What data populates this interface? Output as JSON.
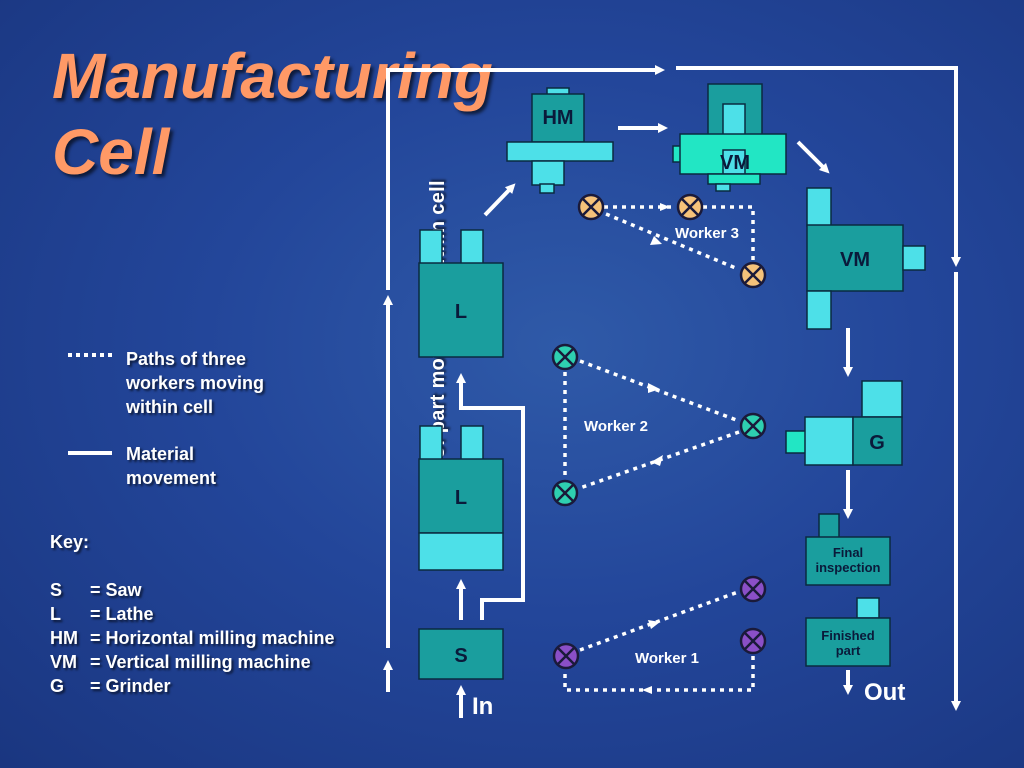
{
  "slide": {
    "title_line1": "Manufacturing",
    "title_line2": "Cell"
  },
  "legend": {
    "dotted_label_lines": [
      "Paths of three",
      "workers moving",
      "within cell"
    ],
    "solid_label_lines": [
      "Material",
      "movement"
    ]
  },
  "key": {
    "heading": "Key:",
    "entries": [
      {
        "abbr": "S",
        "meaning": "= Saw"
      },
      {
        "abbr": "L",
        "meaning": "= Lathe"
      },
      {
        "abbr": "HM",
        "meaning": "= Horizontal milling machine"
      },
      {
        "abbr": "VM",
        "meaning": "= Vertical milling machine"
      },
      {
        "abbr": "G",
        "meaning": "= Grinder"
      }
    ]
  },
  "direction_label": "Direction of part movement within cell",
  "machines": {
    "saw": "S",
    "lathe_upper": "L",
    "lathe_lower": "L",
    "hm": "HM",
    "vm_top": "VM",
    "vm_right": "VM",
    "grinder": "G",
    "final_inspection_lines": [
      "Final",
      "inspection"
    ],
    "finished_part_lines": [
      "Finished",
      "part"
    ]
  },
  "workers": {
    "worker1": "Worker 1",
    "worker2": "Worker 2",
    "worker3": "Worker 3"
  },
  "io": {
    "in": "In",
    "out": "Out"
  },
  "colors": {
    "machine_dark": "#1a9e9e",
    "machine_light": "#4de0e8",
    "vm_bright": "#22e6c4",
    "worker1": "#8a4fc7",
    "worker2": "#2ecfb0",
    "worker3": "#f5c27a"
  }
}
